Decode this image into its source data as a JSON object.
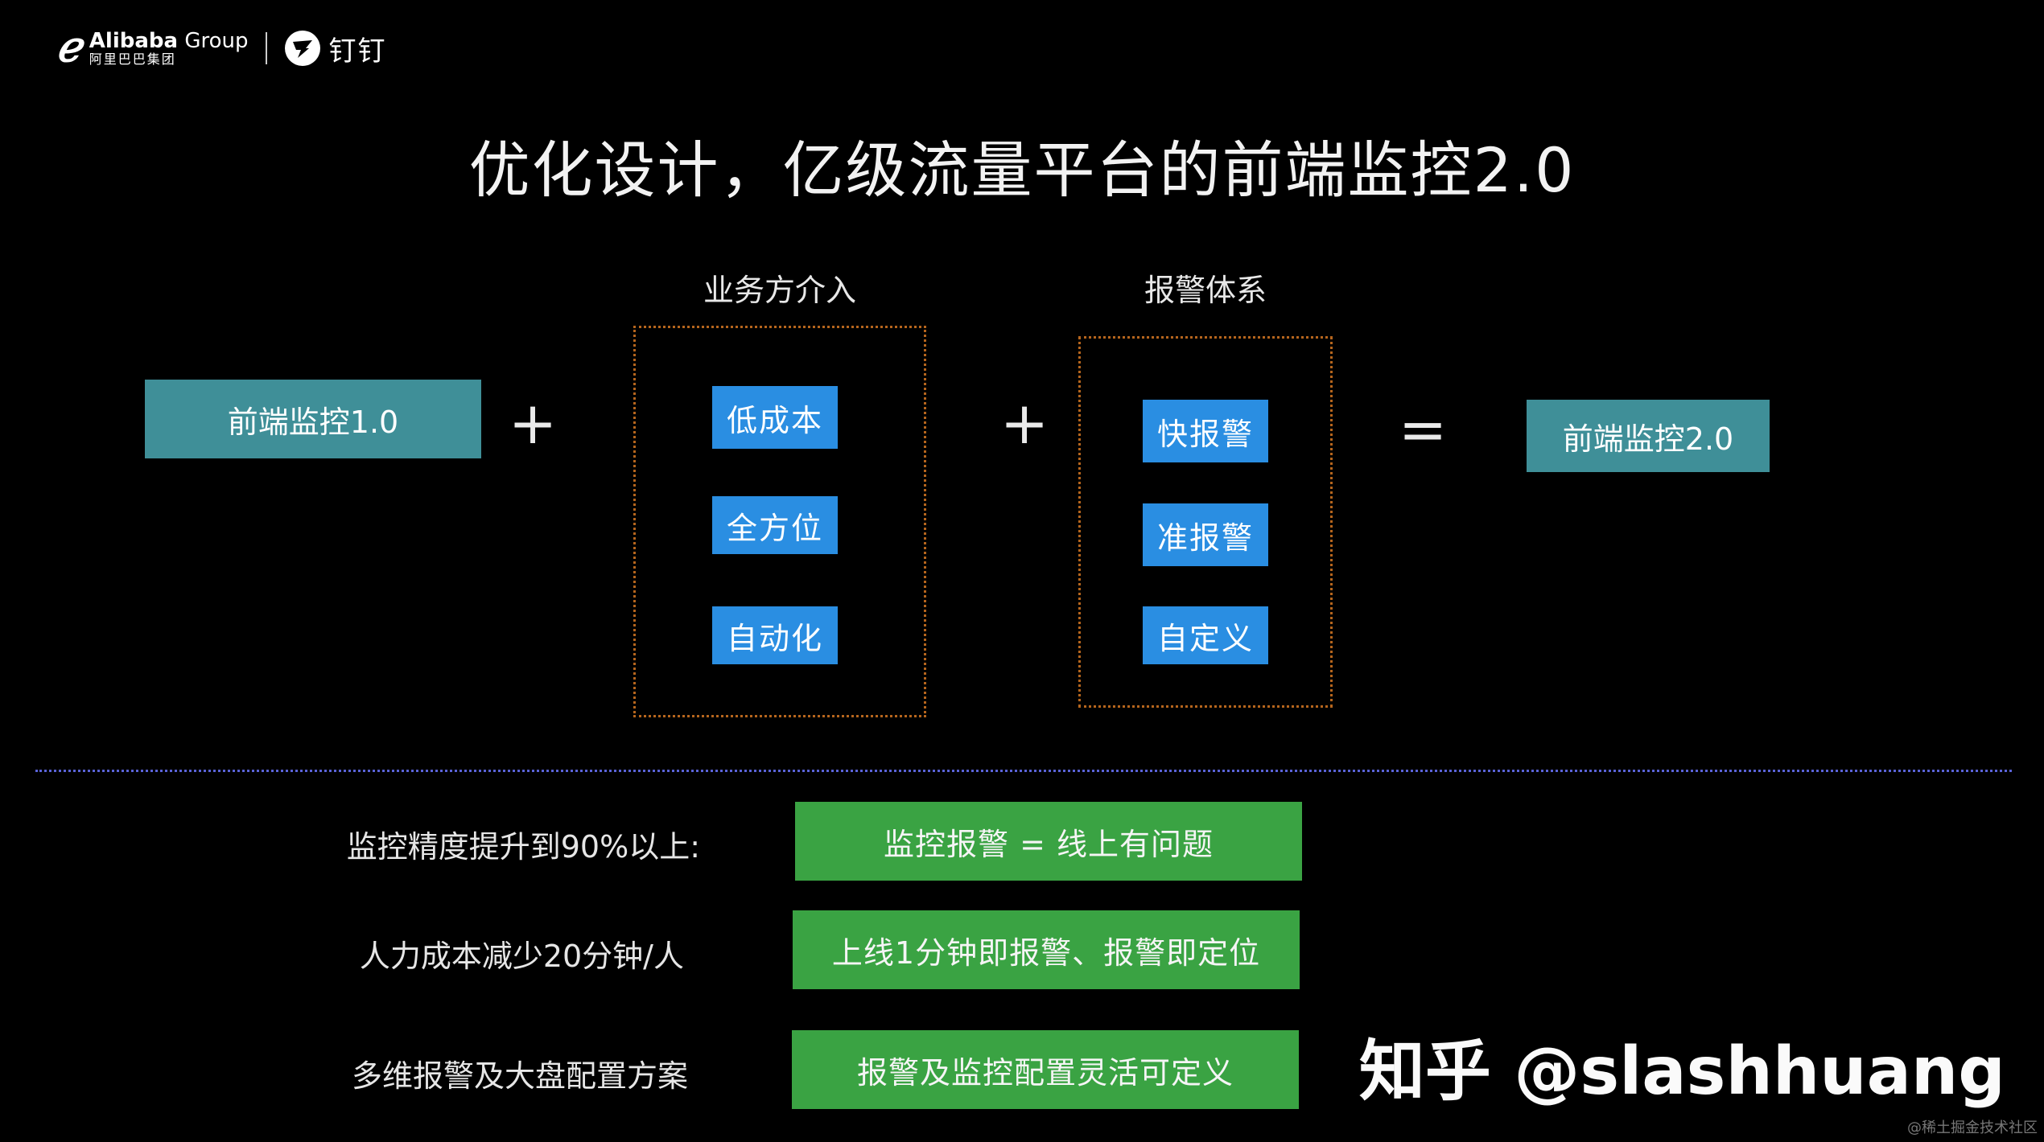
{
  "header": {
    "alibaba_brand": "Alibaba",
    "alibaba_group": "Group",
    "alibaba_cn": "阿里巴巴集团",
    "dingtalk": "钉钉"
  },
  "title": "优化设计，亿级流量平台的前端监控2.0",
  "formula": {
    "base": "前端监控1.0",
    "plus": "+",
    "equals": "=",
    "result": "前端监控2.0",
    "group1": {
      "label": "业务方介入",
      "items": [
        "低成本",
        "全方位",
        "自动化"
      ]
    },
    "group2": {
      "label": "报警体系",
      "items": [
        "快报警",
        "准报警",
        "自定义"
      ]
    }
  },
  "results": [
    {
      "label": "监控精度提升到90%以上:",
      "value": "监控报警 = 线上有问题"
    },
    {
      "label": "人力成本减少20分钟/人",
      "value": "上线1分钟即报警、报警即定位"
    },
    {
      "label": "多维报警及大盘配置方案",
      "value": "报警及监控配置灵活可定义"
    }
  ],
  "watermark": "知乎 @slashhuang",
  "source": "@稀土掘金技术社区",
  "colors": {
    "background": "#000000",
    "teal": "#3f8f98",
    "blue": "#2a8ee2",
    "green": "#3aa343",
    "frame": "#b5651d",
    "separator": "#5a63d8"
  }
}
